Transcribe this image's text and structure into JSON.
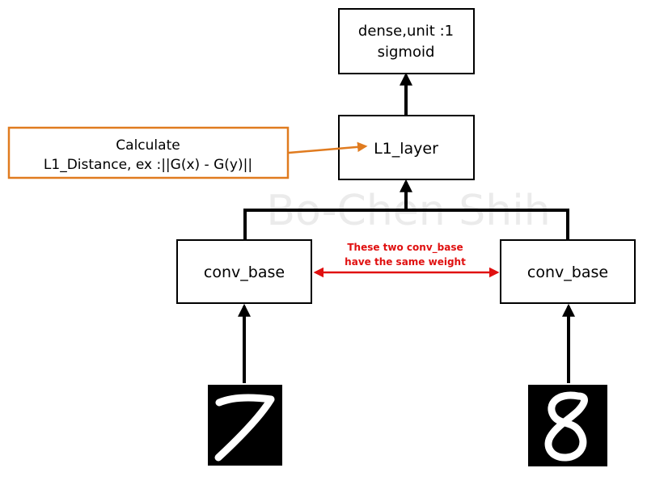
{
  "diagram": {
    "watermark": "Bo-Chen Shih",
    "nodes": {
      "dense": {
        "line1": "dense,unit :1",
        "line2": "sigmoid"
      },
      "l1_layer": {
        "label": "L1_layer"
      },
      "conv_base_left": {
        "label": "conv_base"
      },
      "conv_base_right": {
        "label": "conv_base"
      }
    },
    "callout": {
      "line1": "Calculate",
      "line2": "L1_Distance, ex :||G(x) - G(y)||"
    },
    "shared_weight_note": {
      "line1": "These two conv_base",
      "line2": "have the same weight"
    },
    "inputs": {
      "left_digit": "7",
      "right_digit": "8"
    },
    "colors": {
      "callout_border": "#e07b1f",
      "callout_arrow": "#e07b1f",
      "shared_note_text": "#e01010",
      "shared_arrow": "#e01010",
      "watermark": "#ebebeb",
      "input_bg": "#000000",
      "digit_stroke": "#ffffff"
    }
  }
}
